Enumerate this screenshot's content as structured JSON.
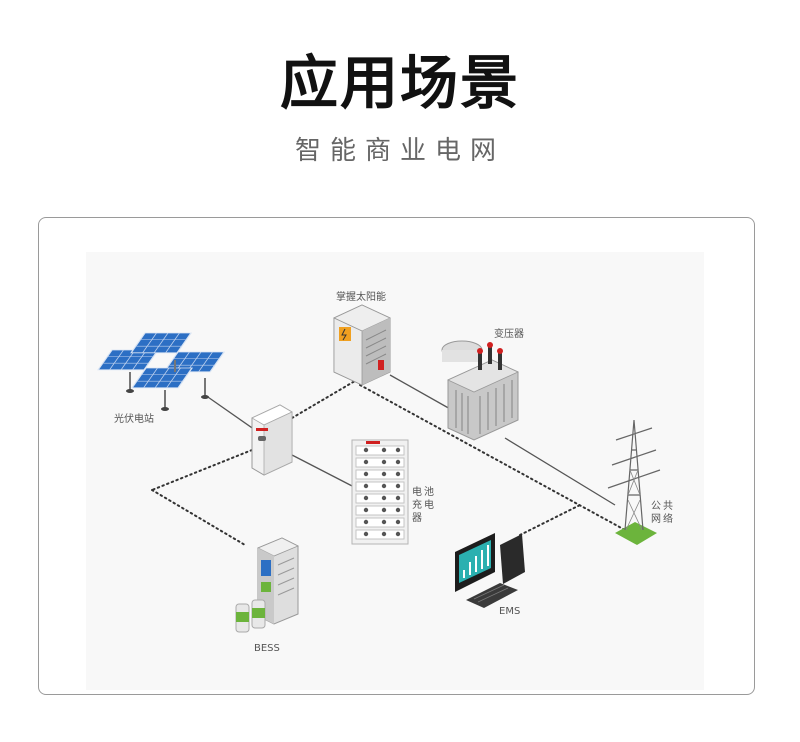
{
  "header": {
    "title": "应用场景",
    "subtitle": "智能商业电网"
  },
  "diagram": {
    "nodes": [
      {
        "id": "control",
        "label": "掌握太阳能"
      },
      {
        "id": "transformer",
        "label": "变压器"
      },
      {
        "id": "pv",
        "label": "光伏电站"
      },
      {
        "id": "charger",
        "label": "电池充电器"
      },
      {
        "id": "grid",
        "label": "公共网络"
      },
      {
        "id": "ems",
        "label": "EMS"
      },
      {
        "id": "bess",
        "label": "BESS"
      }
    ]
  },
  "colors": {
    "panel_border": "#9a9a9a",
    "panel_fill": "#f8f8f8",
    "accent_orange": "#f0a020",
    "accent_blue": "#2c6fc4",
    "accent_green": "#6cb43c",
    "accent_red": "#d02020",
    "screen_teal": "#2bb0b0"
  }
}
